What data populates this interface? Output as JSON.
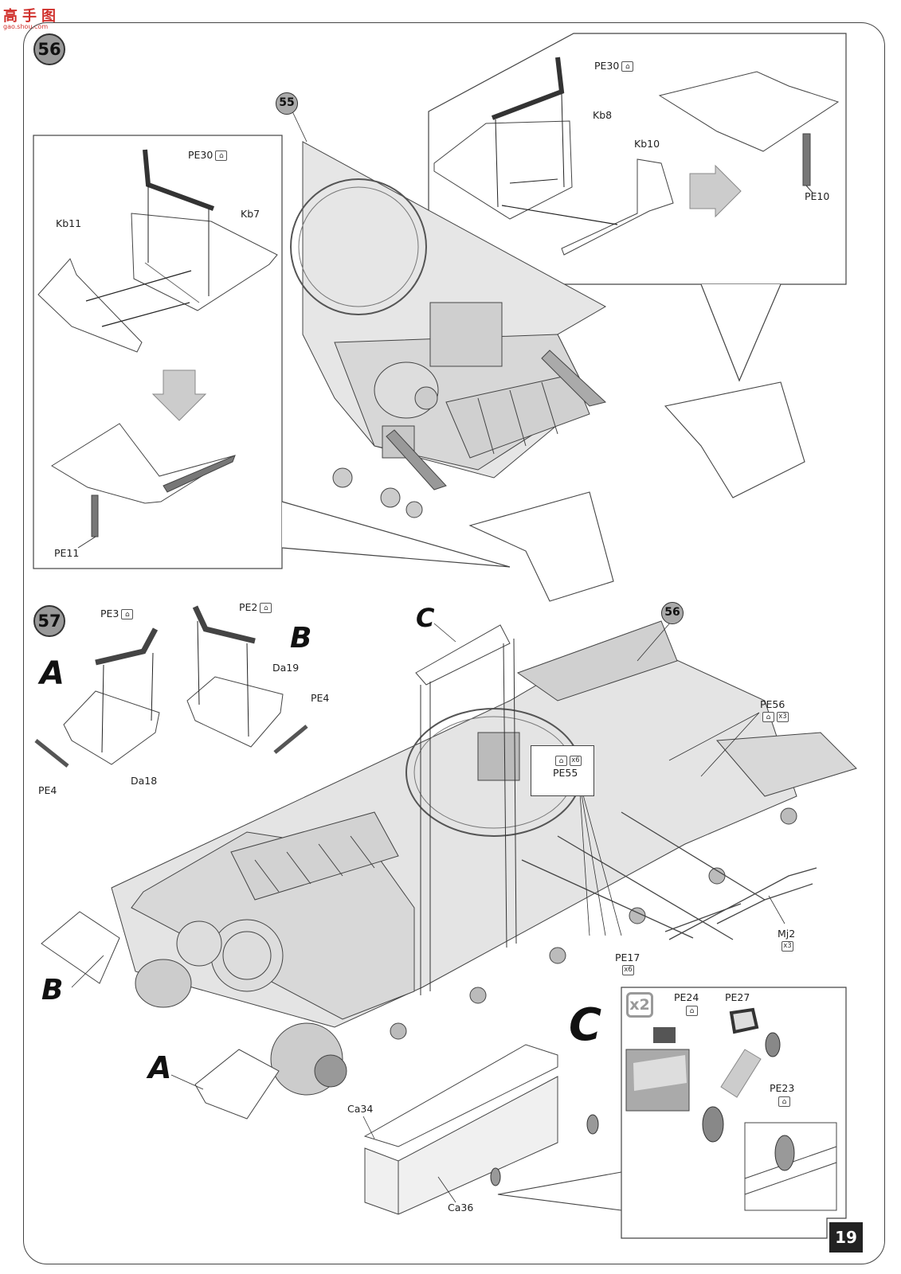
{
  "watermark": {
    "main": "高手图",
    "sub": "gao.shou.com"
  },
  "page": {
    "number": "19"
  },
  "steps": {
    "step56": "56",
    "step57": "57"
  },
  "refs": {
    "ref55": "55",
    "ref56": "56"
  },
  "icons": {
    "etched_badge": "etched-part-icon",
    "qty3": "x3",
    "qty6": "x6",
    "qty2": "x2"
  },
  "step56": {
    "left_box": {
      "pe30": "PE30",
      "kb7": "Kb7",
      "kb11": "Kb11",
      "pe11": "PE11"
    },
    "right_box": {
      "pe30": "PE30",
      "kb8": "Kb8",
      "kb10": "Kb10",
      "pe10": "PE10"
    }
  },
  "step57": {
    "letter_a": "A",
    "letter_b": "B",
    "letter_c": "C",
    "sub_a": {
      "pe3": "PE3",
      "da18": "Da18",
      "pe4": "PE4"
    },
    "sub_b": {
      "pe2": "PE2",
      "da19": "Da19",
      "pe4": "PE4"
    },
    "hull": {
      "pe56": "PE56",
      "pe55": "PE55",
      "pe17": "PE17",
      "mj2": "Mj2",
      "ca34": "Ca34",
      "ca36": "Ca36"
    },
    "detail_c": {
      "pe24": "PE24",
      "pe27": "PE27",
      "pe23": "PE23"
    }
  }
}
